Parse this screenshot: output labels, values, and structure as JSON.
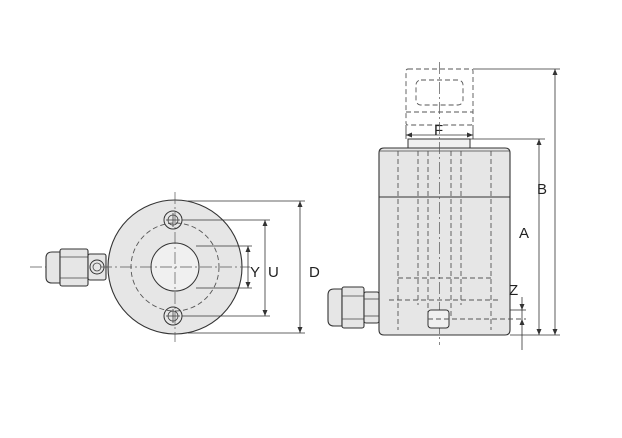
{
  "labels": {
    "y": "Y",
    "u": "U",
    "d": "D",
    "f": "F",
    "a": "A",
    "b": "B",
    "z": "Z"
  }
}
